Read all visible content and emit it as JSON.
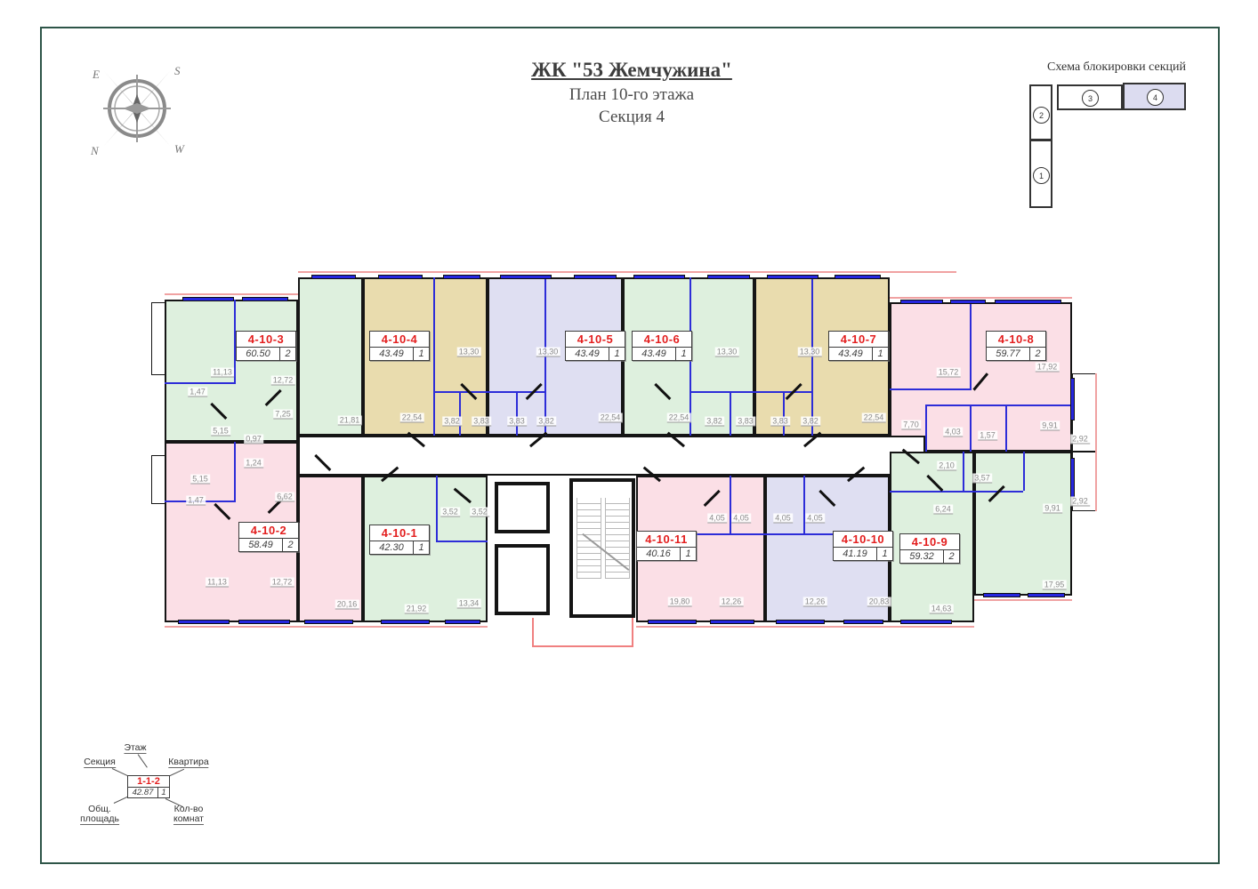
{
  "page": {
    "title": "ЖК \"53 Жемчужина\"",
    "subtitle": "План 10-го этажа",
    "section_line": "Секция 4"
  },
  "compass": {
    "n": "N",
    "s": "S",
    "e": "E",
    "w": "W"
  },
  "blocking_scheme": {
    "title": "Схема блокировки секций",
    "sections": [
      "1",
      "2",
      "3",
      "4"
    ],
    "highlighted_section": "4"
  },
  "legend": {
    "floor_label": "Этаж",
    "section_label": "Секция",
    "apartment_label": "Квартира",
    "total_area_label": "Общ.\nплощадь",
    "rooms_count_label": "Кол-во\nкомнат",
    "sample_id": "1-1-2",
    "sample_area": "42.87",
    "sample_rooms": "1"
  },
  "colors": {
    "green_room": "#def0de",
    "tan_room": "#e9dcae",
    "lavender_room": "#dfdff2",
    "pink_room": "#fbdfe6",
    "apartment_id_red": "#e31e1e",
    "partition_blue": "#2d2dd8",
    "frame_green": "#2e5548"
  },
  "apartments": [
    {
      "id": "4-10-1",
      "area": "42.30",
      "rooms": "1",
      "room_areas": [
        "3,52",
        "3,52",
        "21,92",
        "13,34"
      ]
    },
    {
      "id": "4-10-2",
      "area": "58.49",
      "rooms": "2",
      "room_areas": [
        "1,24",
        "5,15",
        "1,47",
        "6,62",
        "11,13",
        "12,72",
        "20,16"
      ]
    },
    {
      "id": "4-10-3",
      "area": "60.50",
      "rooms": "2",
      "room_areas": [
        "11,13",
        "1,47",
        "12,72",
        "7,25",
        "5,15",
        "0,97",
        "21,81"
      ]
    },
    {
      "id": "4-10-4",
      "area": "43.49",
      "rooms": "1",
      "room_areas": [
        "13,30",
        "22,54",
        "3,82",
        "3,83"
      ]
    },
    {
      "id": "4-10-5",
      "area": "43.49",
      "rooms": "1",
      "room_areas": [
        "13,30",
        "3,83",
        "3,82",
        "22,54"
      ]
    },
    {
      "id": "4-10-6",
      "area": "43.49",
      "rooms": "1",
      "room_areas": [
        "13,30",
        "22,54",
        "3,82",
        "3,83"
      ]
    },
    {
      "id": "4-10-7",
      "area": "43.49",
      "rooms": "1",
      "room_areas": [
        "13,30",
        "3,83",
        "3,82",
        "22,54"
      ]
    },
    {
      "id": "4-10-8",
      "area": "59.77",
      "rooms": "2",
      "room_areas": [
        "15,72",
        "17,92",
        "7,70",
        "4,03",
        "1,57",
        "9,91",
        "2,92"
      ]
    },
    {
      "id": "4-10-9",
      "area": "59.32",
      "rooms": "2",
      "room_areas": [
        "2,10",
        "3,57",
        "6,24",
        "9,91",
        "2,92",
        "17,95",
        "14,63"
      ]
    },
    {
      "id": "4-10-10",
      "area": "41.19",
      "rooms": "1",
      "room_areas": [
        "4,05",
        "4,05",
        "12,26",
        "20,83"
      ]
    },
    {
      "id": "4-10-11",
      "area": "40.16",
      "rooms": "1",
      "room_areas": [
        "4,05",
        "4,05",
        "19,80",
        "12,26"
      ]
    }
  ]
}
